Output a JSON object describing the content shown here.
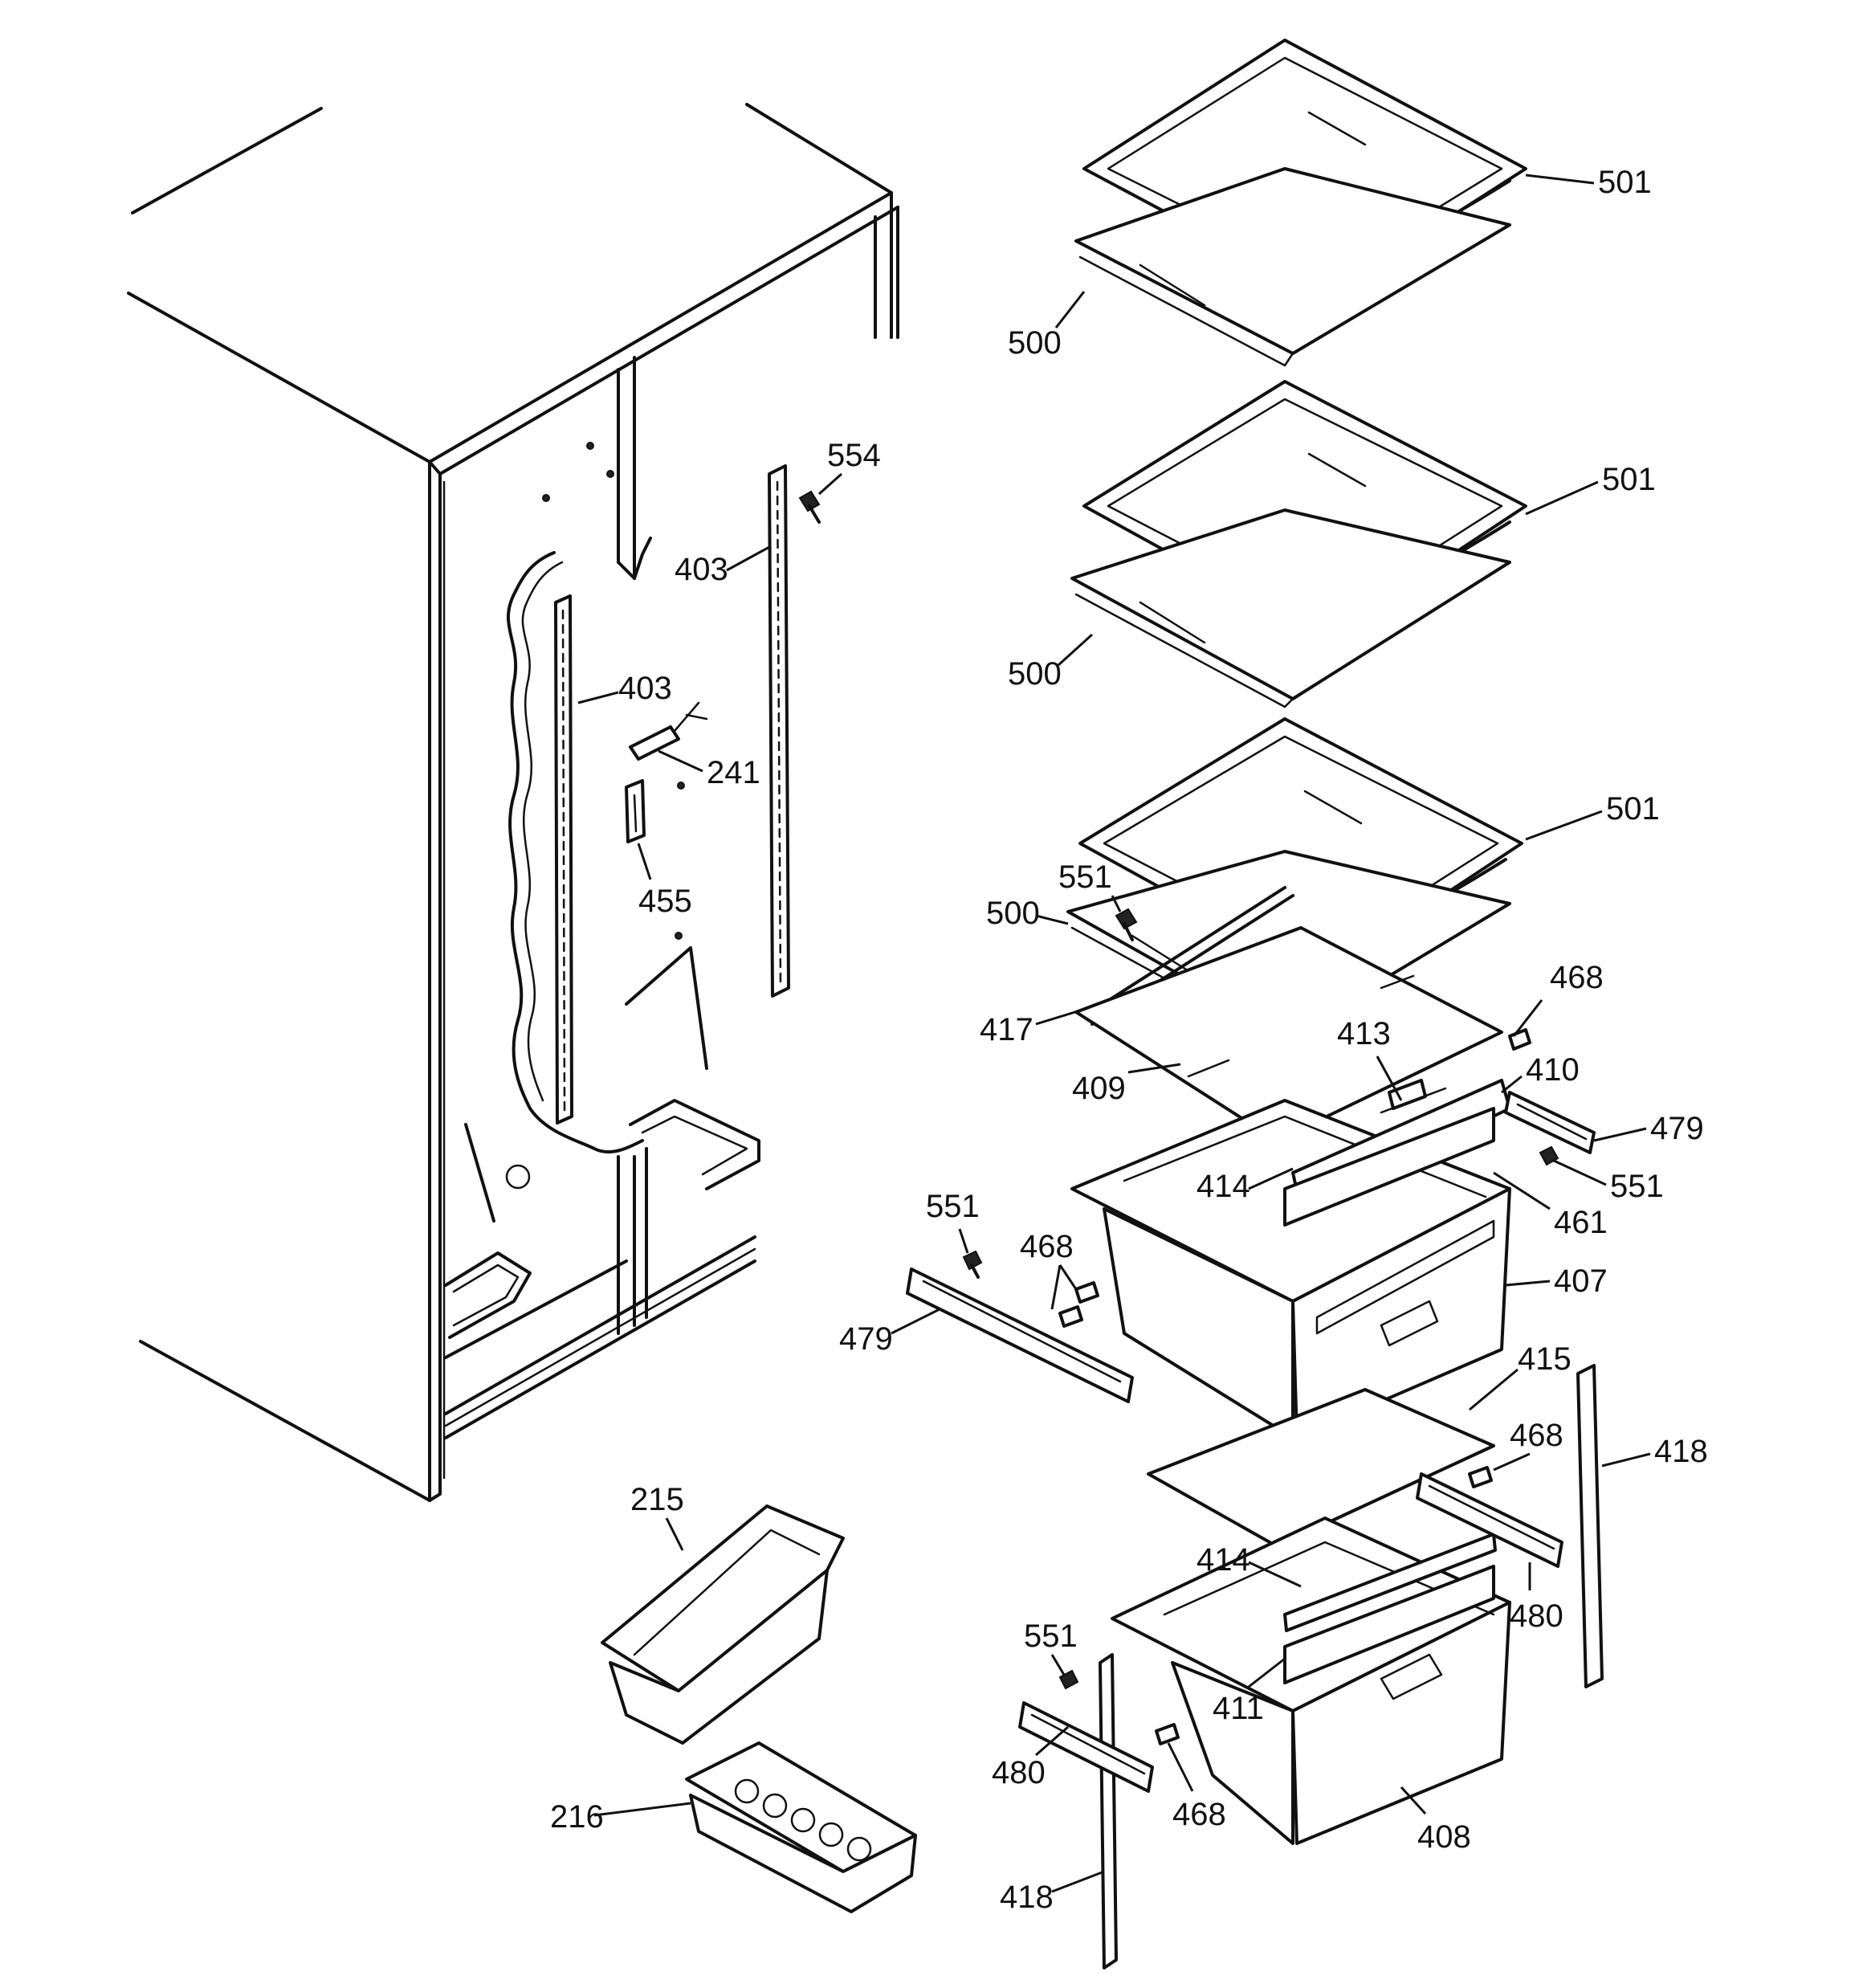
{
  "labels": {
    "l_501_a": "501",
    "l_500_a": "500",
    "l_501_b": "501",
    "l_500_b": "500",
    "l_501_c": "501",
    "l_551_a": "551",
    "l_500_c": "500",
    "l_417": "417",
    "l_409": "409",
    "l_413": "413",
    "l_468_a": "468",
    "l_410": "410",
    "l_479_a": "479",
    "l_551_b": "551",
    "l_414_a": "414",
    "l_461": "461",
    "l_407": "407",
    "l_551_c": "551",
    "l_468_b": "468",
    "l_479_b": "479",
    "l_554": "554",
    "l_403_a": "403",
    "l_403_b": "403",
    "l_241": "241",
    "l_455": "455",
    "l_415": "415",
    "l_468_c": "468",
    "l_418_a": "418",
    "l_414_b": "414",
    "l_480_a": "480",
    "l_411": "411",
    "l_551_d": "551",
    "l_480_b": "480",
    "l_468_d": "468",
    "l_408": "408",
    "l_418_b": "418",
    "l_215": "215",
    "l_216": "216"
  }
}
